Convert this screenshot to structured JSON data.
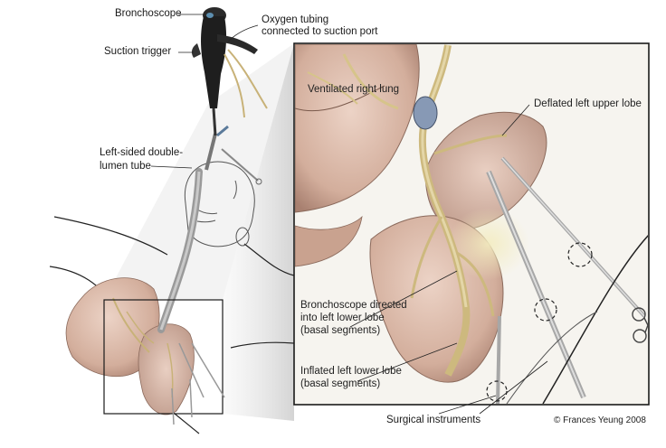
{
  "figure": {
    "labels": {
      "bronchoscope": "Bronchoscope",
      "suction_trigger": "Suction trigger",
      "oxygen_tubing_line1": "Oxygen tubing",
      "oxygen_tubing_line2": "connected to suction port",
      "dlt_line1": "Left-sided double-",
      "dlt_line2": "lumen tube",
      "ventilated_right_lung": "Ventilated right lung",
      "deflated_left_upper_lobe": "Deflated left upper lobe",
      "bronchoscope_directed_line1": "Bronchoscope directed",
      "bronchoscope_directed_line2": "into left lower lobe",
      "bronchoscope_directed_line3": "(basal segments)",
      "inflated_left_lower_lobe_line1": "Inflated left lower lobe",
      "inflated_left_lower_lobe_line2": "(basal segments)",
      "surgical_instruments": "Surgical instruments"
    },
    "copyright": "© Frances Yeung 2008",
    "colors": {
      "lung": "#d9b8a8",
      "lung_shadow": "#b38c7c",
      "bronchi": "#d6c48a",
      "scope": "#1e1e1e",
      "tube": "#9a9a9a",
      "inset_frame": "#1a1a1a",
      "projection": "#d8d8d8"
    }
  }
}
